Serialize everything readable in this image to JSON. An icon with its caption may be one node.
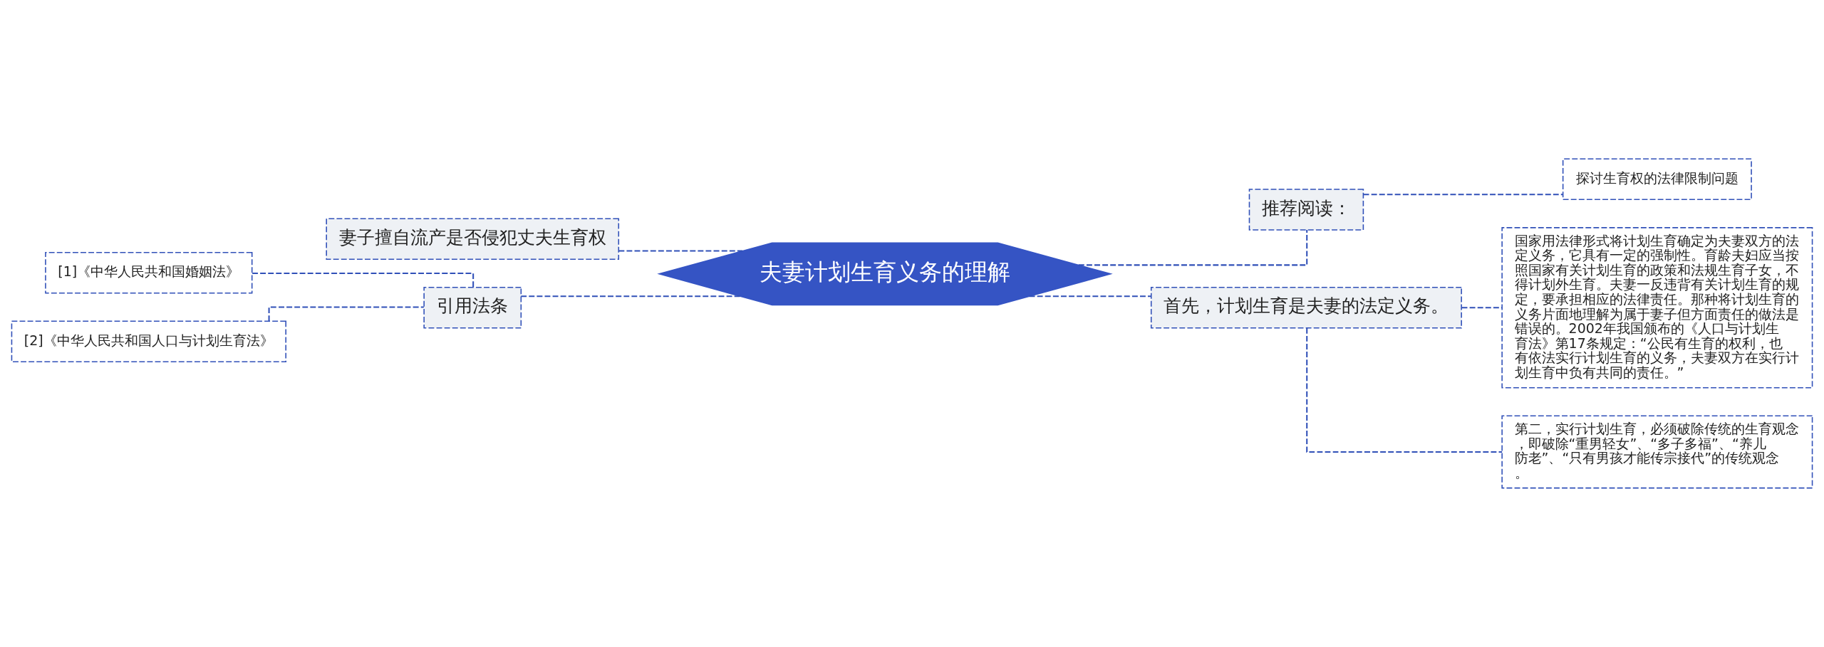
{
  "diagram": {
    "nodes": [
      {
        "text": [
          "夫妻计划生育义务的理解"
        ]
      },
      {
        "text": [
          "推荐阅读："
        ]
      },
      {
        "text": [
          "探讨生育权的法律限制问题"
        ]
      },
      {
        "text": [
          "首先，计划生育是夫妻的法定义务。"
        ]
      },
      {
        "text": [
          "国家用法律形式将计划生育确定为夫妻双方的法定义务，它具有一定的强制性。育龄夫妇应当按照国家有关计划生育的政策和法规生育子女，不得计划外生育。夫妻一反违背有关计划生育的规定，要承担相应的法律责任。那种将计划生育的义务片面地理解为属于妻子但方面责任的做法是错误的。2002年我国颁布的《人口与计划生育法》第17条规定：“公民有生育的权利，也有依法实行计划生育的义务，夫妻双方在实行计划生育中负有共同的责任。”"
        ]
      },
      {
        "text": [
          "第二，实行计划生育，必须破除传统的生育观念，即破除“重男轻女”、“多子多福”、“养儿防老”、“只有男孩才能传宗接代”的传统观念。"
        ]
      },
      {
        "text": [
          "妻子擅自流产是否侵犯丈夫生育权"
        ]
      },
      {
        "text": [
          "引用法条"
        ]
      },
      {
        "text": [
          "[1]《中华人民共和国婚姻法》"
        ]
      },
      {
        "text": [
          "[2]《中华人民共和国人口与计划生育法》"
        ]
      }
    ],
    "edges": [
      {
        "from": 0,
        "to": 1,
        "arrow": "none",
        "style": "dashed"
      },
      {
        "from": 1,
        "to": 2,
        "arrow": "none",
        "style": "dashed"
      },
      {
        "from": 0,
        "to": 3,
        "arrow": "none",
        "style": "dashed"
      },
      {
        "from": 3,
        "to": 4,
        "arrow": "none",
        "style": "dashed"
      },
      {
        "from": 3,
        "to": 5,
        "arrow": "none",
        "style": "dashed"
      },
      {
        "from": 0,
        "to": 6,
        "arrow": "none",
        "style": "dashed"
      },
      {
        "from": 0,
        "to": 7,
        "arrow": "none",
        "style": "dashed"
      },
      {
        "from": 7,
        "to": 8,
        "arrow": "none",
        "style": "dashed"
      },
      {
        "from": 7,
        "to": 9,
        "arrow": "none",
        "style": "dashed"
      }
    ]
  }
}
